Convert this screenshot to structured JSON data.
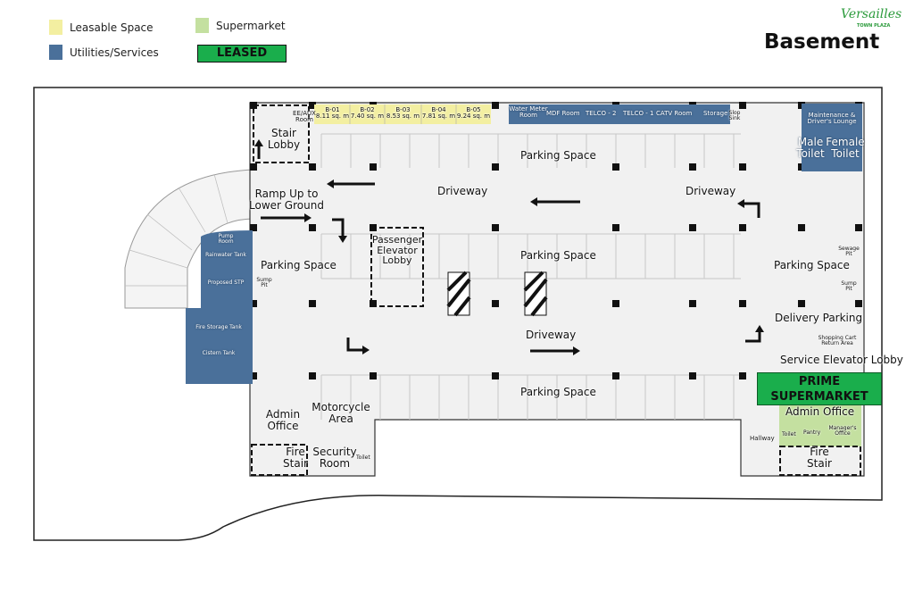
{
  "legend": {
    "leasable": "Leasable Space",
    "utilities": "Utilities/Services",
    "supermarket": "Supermarket",
    "leased": "LEASED",
    "colors": {
      "leasable": "#f3efa1",
      "utilities": "#4a709a",
      "supermarket": "#c4e0a0",
      "leased": "#1aae4c"
    }
  },
  "header": {
    "logo": "Versailles",
    "logo_sub": "TOWN PLAZA",
    "title": "Basement"
  },
  "units": [
    {
      "id": "B-01",
      "area": "8.11 sq. m"
    },
    {
      "id": "B-02",
      "area": "7.40 sq. m"
    },
    {
      "id": "B-03",
      "area": "8.53 sq. m"
    },
    {
      "id": "B-04",
      "area": "7.81 sq. m"
    },
    {
      "id": "B-05",
      "area": "9.24 sq. m"
    }
  ],
  "utilities_top": [
    "Water Meter Room",
    "MDF Room",
    "TELCO - 2",
    "TELCO - 1",
    "CATV Room",
    "Storage"
  ],
  "utilities_left": [
    "Pump Room",
    "Rainwater Tank",
    "Proposed STP",
    "Fire Storage Tank",
    "Cistern Tank"
  ],
  "rooms": {
    "ee_aux": "EE/AUX Room",
    "slop_sink": "Slop Sink",
    "stair_lobby": "Stair Lobby",
    "maintenance": "Maintenance & Driver's Lounge",
    "male_toilet": "Male Toilet",
    "female_toilet": "Female Toilet",
    "parking_top": "Parking Space",
    "driveway_top_left": "Driveway",
    "driveway_top_right": "Driveway",
    "ramp": "Ramp Up to Lower Ground",
    "elevator_lobby": "Passenger Elevator Lobby",
    "parking_mid": "Parking Space",
    "parking_left": "Parking Space",
    "sump_left": "Sump Pit",
    "parking_right": "Parking Space",
    "sewage_pit": "Sewage Pit",
    "sump_right": "Sump Pit",
    "delivery_parking": "Delivery Parking",
    "driveway_bottom": "Driveway",
    "cart_return": "Shopping Cart Return Area",
    "service_elevator": "Service Elevator Lobby",
    "supermarket": "PRIME SUPERMARKET",
    "sm_admin": "Admin Office",
    "sm_toilet": "Toilet",
    "sm_pantry": "Pantry",
    "sm_manager": "Manager's Office",
    "hallway": "Hallway",
    "fire_stair_right": "Fire Stair",
    "parking_bottom": "Parking Space",
    "admin_office": "Admin Office",
    "motorcycle": "Motorcycle Area",
    "fire_stair_left": "Fire Stair",
    "security": "Security Room",
    "toilet": "Toilet"
  }
}
